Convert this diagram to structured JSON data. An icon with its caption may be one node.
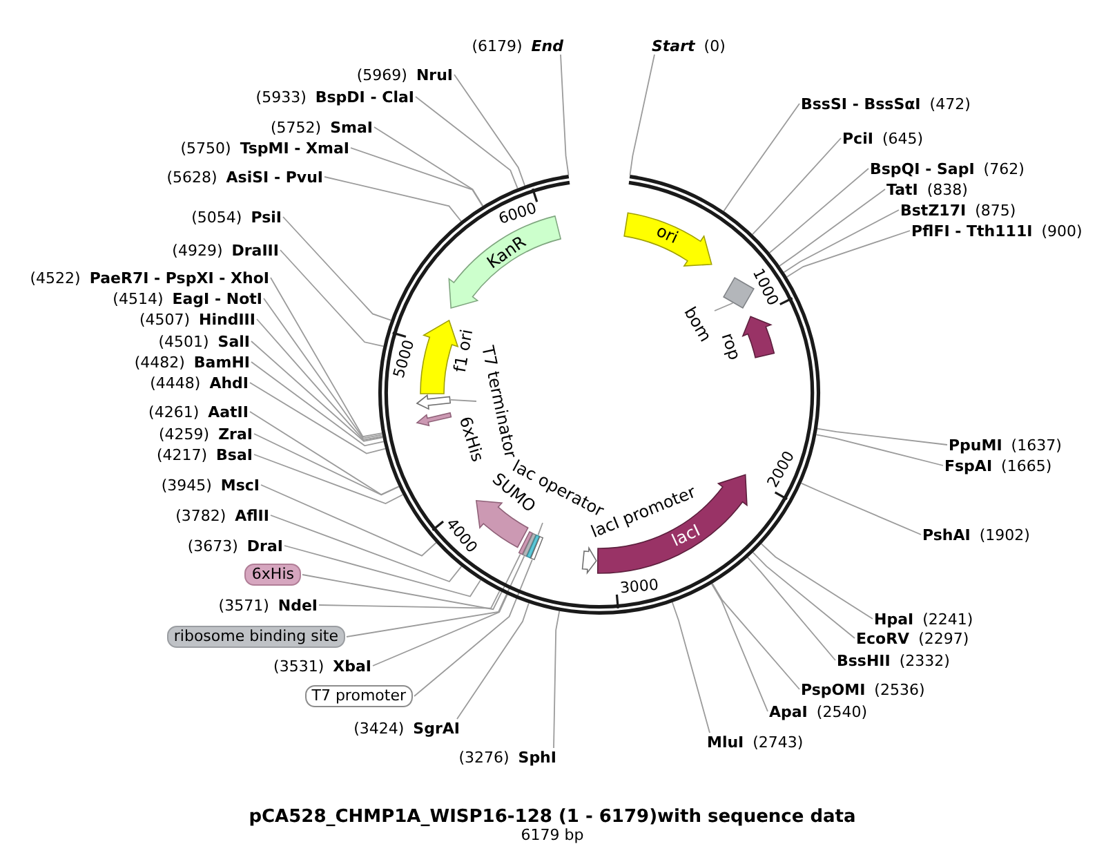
{
  "diagram": {
    "title": "pCA528_CHMP1A_WISP16-128 (1 - 6179)with sequence data",
    "caption": "6179 bp",
    "nodes": [
      {
        "text": [],
        "shape": "circle"
      },
      {
        "text": [
          "ori"
        ],
        "in": 0
      },
      {
        "text": [
          "bom"
        ],
        "in": 0
      },
      {
        "text": [],
        "shape": "box",
        "in": 0
      },
      {
        "text": [
          "rop"
        ],
        "in": 0
      },
      {
        "text": [
          "lacI"
        ],
        "in": 0
      },
      {
        "text": [
          "lacI promoter"
        ],
        "in": 0
      },
      {
        "text": [
          "lac operator"
        ],
        "in": 0
      },
      {
        "text": [
          "SUMO"
        ],
        "in": 0
      },
      {
        "text": [
          "T7 terminator"
        ],
        "in": 0
      },
      {
        "text": [],
        "shape": "arrow",
        "in": 0
      },
      {
        "text": [
          "6xHis"
        ],
        "in": 0
      },
      {
        "text": [
          "f1 ori"
        ],
        "in": 0
      },
      {
        "text": [
          "KanR"
        ],
        "in": 0
      },
      {
        "text": [],
        "shape": "bar",
        "in": 0
      },
      {
        "text": [],
        "shape": "bar",
        "in": 0
      },
      {
        "text": [],
        "shape": "bar",
        "in": 0
      },
      {
        "text": [],
        "shape": "bar",
        "in": 0
      },
      {
        "text": [
          "(6179) **End**"
        ]
      },
      {
        "text": [
          "**Start** (0)"
        ]
      },
      {
        "text": [
          "(5969) **NruI**"
        ]
      },
      {
        "text": [
          "(5933) **BspDI - ClaI**"
        ]
      },
      {
        "text": [
          "(5752) **SmaI**"
        ]
      },
      {
        "text": [
          "(5750) **TspMI - XmaI**"
        ]
      },
      {
        "text": [
          "(5628) **AsiSI - PvuI**"
        ]
      },
      {
        "text": [
          "**BssSI - BssSαI** (472)"
        ]
      },
      {
        "text": [
          "**PciI** (645)"
        ]
      },
      {
        "text": [
          "**BspQI - SapI** (762)"
        ]
      },
      {
        "text": [
          "**TatI** (838)"
        ]
      },
      {
        "text": [
          "**BstZ17I** (875)"
        ]
      },
      {
        "text": [
          "**PflFI - Tth111I** (900)"
        ]
      },
      {
        "text": [
          "(5054) **PsiI**"
        ]
      },
      {
        "text": [
          "(4929) **DraIII**"
        ]
      },
      {
        "text": [
          "(4522) **PaeR7I - PspXI - XhoI**"
        ]
      },
      {
        "text": [
          "(4514) **EagI - NotI**"
        ]
      },
      {
        "text": [
          "(4507) **HindIII**"
        ]
      },
      {
        "text": [
          "(4501) **SalI**"
        ]
      },
      {
        "text": [
          "(4482) **BamHI**"
        ]
      },
      {
        "text": [
          "(4448) **AhdI**"
        ]
      },
      {
        "text": [
          "(4261) **AatII**"
        ]
      },
      {
        "text": [
          "(4259) **ZraI**"
        ]
      },
      {
        "text": [
          "(4217) **BsaI**"
        ]
      },
      {
        "text": [
          "**PpuMI** (1637)"
        ]
      },
      {
        "text": [
          "**FspAI** (1665)"
        ]
      },
      {
        "text": [
          "(3945) **MscI**"
        ]
      },
      {
        "text": [
          "(3782) **AflII**"
        ]
      },
      {
        "text": [
          "**PshAI** (1902)"
        ]
      },
      {
        "text": [
          "(3673) **DraI**"
        ]
      },
      {
        "text": [
          "6xHis"
        ]
      },
      {
        "text": [
          "(3571) **NdeI**"
        ]
      },
      {
        "text": [
          "**HpaI** (2241)"
        ]
      },
      {
        "text": [
          "**EcoRV** (2297)"
        ]
      },
      {
        "text": [
          "ribosome binding site"
        ]
      },
      {
        "text": [
          "**BssHII** (2332)"
        ]
      },
      {
        "text": [
          "(3531) **XbaI**"
        ]
      },
      {
        "text": [
          "**PspOMI** (2536)"
        ]
      },
      {
        "text": [
          "T7 promoter"
        ]
      },
      {
        "text": [
          "**ApaI** (2540)"
        ]
      },
      {
        "text": [
          "(3424) **SgrAI**"
        ]
      },
      {
        "text": [
          "**MluI** (2743)"
        ]
      },
      {
        "text": [
          "(3276) **SphI**"
        ]
      }
    ],
    "edges": [
      {
        "from": 2,
        "to": 3,
        "arrow": "none"
      },
      {
        "from": 7,
        "to": 16,
        "arrow": "none"
      },
      {
        "from": 9,
        "to": 10,
        "arrow": "none"
      },
      {
        "from": 18,
        "to": 0,
        "arrow": "none"
      },
      {
        "from": 19,
        "to": 0,
        "arrow": "none"
      },
      {
        "from": 20,
        "to": 0,
        "arrow": "none"
      },
      {
        "from": 21,
        "to": 0,
        "arrow": "none"
      },
      {
        "from": 22,
        "to": 0,
        "arrow": "none"
      },
      {
        "from": 23,
        "to": 0,
        "arrow": "none"
      },
      {
        "from": 24,
        "to": 0,
        "arrow": "none"
      },
      {
        "from": 25,
        "to": 0,
        "arrow": "none"
      },
      {
        "from": 26,
        "to": 0,
        "arrow": "none"
      },
      {
        "from": 27,
        "to": 0,
        "arrow": "none"
      },
      {
        "from": 28,
        "to": 0,
        "arrow": "none"
      },
      {
        "from": 29,
        "to": 0,
        "arrow": "none"
      },
      {
        "from": 30,
        "to": 0,
        "arrow": "none"
      },
      {
        "from": 31,
        "to": 0,
        "arrow": "none"
      },
      {
        "from": 32,
        "to": 0,
        "arrow": "none"
      },
      {
        "from": 33,
        "to": 0,
        "arrow": "none"
      },
      {
        "from": 34,
        "to": 0,
        "arrow": "none"
      },
      {
        "from": 35,
        "to": 0,
        "arrow": "none"
      },
      {
        "from": 36,
        "to": 0,
        "arrow": "none"
      },
      {
        "from": 37,
        "to": 0,
        "arrow": "none"
      },
      {
        "from": 38,
        "to": 0,
        "arrow": "none"
      },
      {
        "from": 39,
        "to": 0,
        "arrow": "none"
      },
      {
        "from": 40,
        "to": 0,
        "arrow": "none"
      },
      {
        "from": 41,
        "to": 0,
        "arrow": "none"
      },
      {
        "from": 42,
        "to": 0,
        "arrow": "none"
      },
      {
        "from": 43,
        "to": 0,
        "arrow": "none"
      },
      {
        "from": 44,
        "to": 0,
        "arrow": "none"
      },
      {
        "from": 45,
        "to": 0,
        "arrow": "none"
      },
      {
        "from": 46,
        "to": 0,
        "arrow": "none"
      },
      {
        "from": 47,
        "to": 0,
        "arrow": "none"
      },
      {
        "from": 48,
        "to": 14,
        "arrow": "none"
      },
      {
        "from": 49,
        "to": 0,
        "arrow": "none"
      },
      {
        "from": 50,
        "to": 0,
        "arrow": "none"
      },
      {
        "from": 51,
        "to": 0,
        "arrow": "none"
      },
      {
        "from": 52,
        "to": 15,
        "arrow": "none"
      },
      {
        "from": 53,
        "to": 0,
        "arrow": "none"
      },
      {
        "from": 54,
        "to": 0,
        "arrow": "none"
      },
      {
        "from": 55,
        "to": 0,
        "arrow": "none"
      },
      {
        "from": 56,
        "to": 17,
        "arrow": "none"
      },
      {
        "from": 57,
        "to": 0,
        "arrow": "none"
      },
      {
        "from": 58,
        "to": 0,
        "arrow": "none"
      },
      {
        "from": 59,
        "to": 0,
        "arrow": "none"
      },
      {
        "from": 60,
        "to": 0,
        "arrow": "none"
      }
    ],
    "labels": [
      "6000",
      "1000",
      "5000",
      "2000",
      "4000",
      "3000"
    ]
  }
}
